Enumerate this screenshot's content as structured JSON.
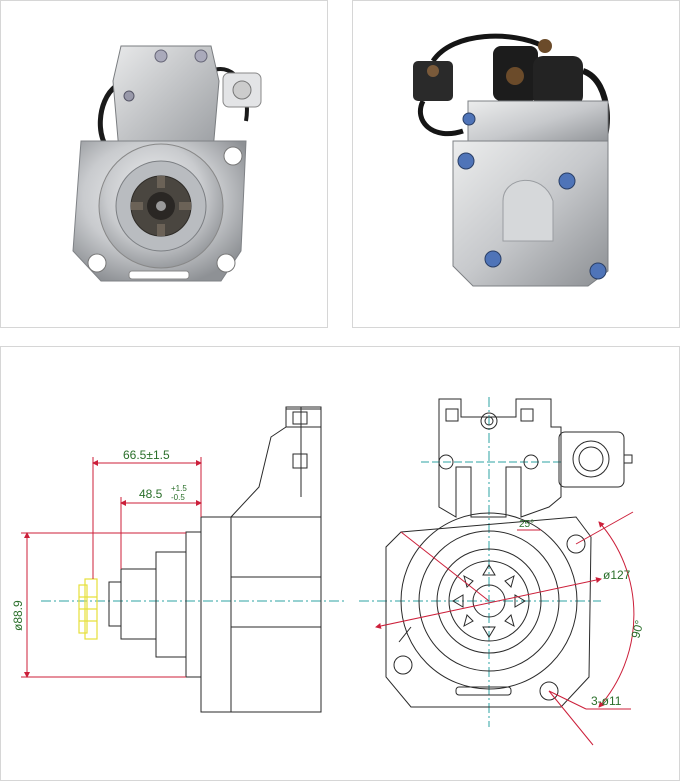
{
  "photos": [
    {
      "view": "front-view-photo"
    },
    {
      "view": "rear-view-photo"
    }
  ],
  "drawing": {
    "dims": {
      "length_overall": "66.5±1.5",
      "length_flange": "48.5",
      "tol_upper": "+1.5",
      "tol_lower": "-0.5",
      "pilot_dia": "ø88.9",
      "bolt_circle": "ø127",
      "angle": "90°",
      "holes": "3-ø11",
      "small_angle": "25°"
    }
  },
  "colors": {
    "line": "#2a2a2a",
    "dimension": "#cc1f3a",
    "dimtext": "#2a6f2a",
    "center": "#2ea3a3",
    "gear": "#e6e03a"
  }
}
